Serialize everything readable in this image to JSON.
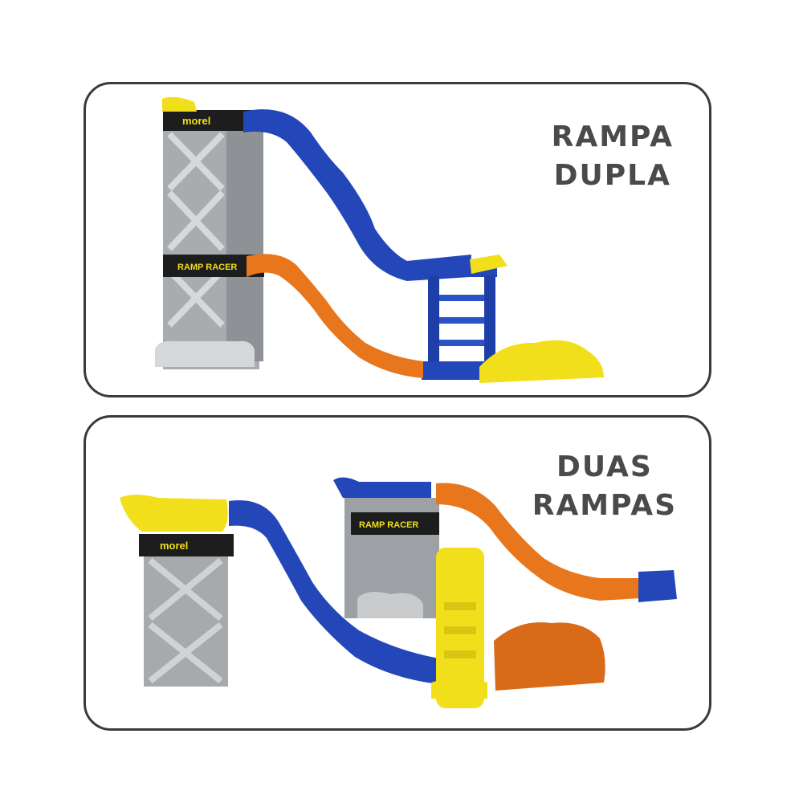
{
  "panels": [
    {
      "caption_line1": "RAMPA",
      "caption_line2": "DUPLA",
      "tower_brand_label": "morel",
      "tower_logo_label": "RAMP RACER"
    },
    {
      "caption_line1": "DUAS",
      "caption_line2": "RAMPAS",
      "tower_brand_label": "morel",
      "tower_logo_label": "RAMP RACER"
    }
  ],
  "colors": {
    "border": "#3a3a3a",
    "caption": "#4a4a4a",
    "gray_tower": "#a7aaad",
    "blue_track": "#2346b8",
    "orange_track": "#e8761c",
    "yellow": "#f2df1b",
    "black_cap": "#1d1d1d"
  }
}
